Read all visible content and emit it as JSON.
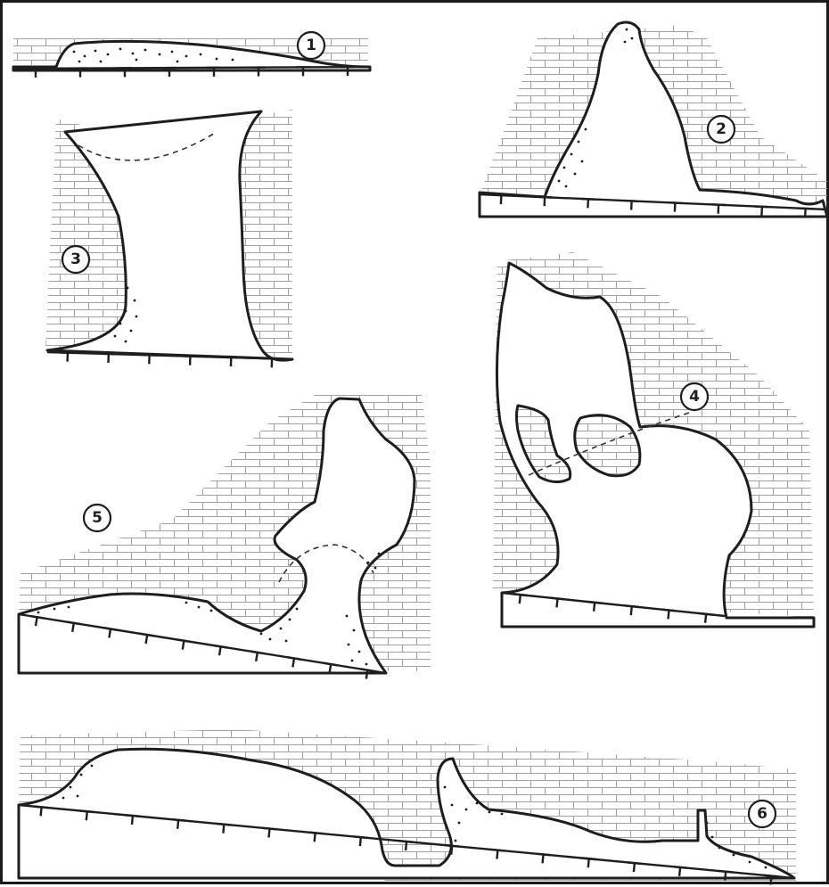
{
  "figure": {
    "markers": [
      {
        "id": "1",
        "label": "1"
      },
      {
        "id": "2",
        "label": "2"
      },
      {
        "id": "3",
        "label": "3"
      },
      {
        "id": "4",
        "label": "4"
      },
      {
        "id": "5",
        "label": "5"
      },
      {
        "id": "6",
        "label": "6"
      }
    ]
  },
  "colors": {
    "outline": "#1e1e1e",
    "brick": "#9a9a9a",
    "background": "#ffffff"
  }
}
